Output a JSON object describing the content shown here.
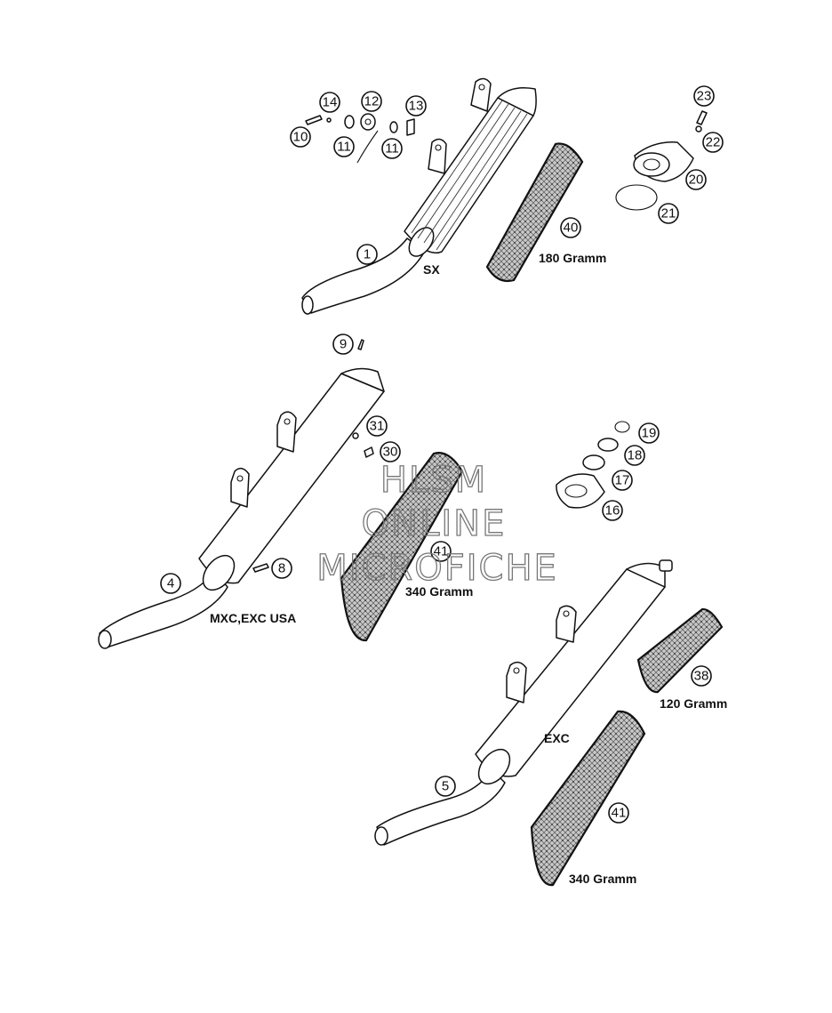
{
  "watermark": {
    "line1": "HLSM",
    "line2": "ONLINE",
    "line3": "MICROFICHE"
  },
  "labels": {
    "sx": "SX",
    "mxc_exc_usa": "MXC,EXC USA",
    "exc": "EXC",
    "w180": "180 Gramm",
    "w340_a": "340 Gramm",
    "w340_b": "340 Gramm",
    "w120": "120 Gramm"
  },
  "callouts": {
    "c1": "1",
    "c4": "4",
    "c5": "5",
    "c8": "8",
    "c9": "9",
    "c10": "10",
    "c11a": "11",
    "c11b": "11",
    "c12": "12",
    "c13": "13",
    "c14": "14",
    "c16": "16",
    "c17": "17",
    "c18": "18",
    "c19": "19",
    "c20": "20",
    "c21": "21",
    "c22": "22",
    "c23": "23",
    "c30": "30",
    "c31": "31",
    "c38": "38",
    "c40": "40",
    "c41a": "41",
    "c41b": "41"
  }
}
